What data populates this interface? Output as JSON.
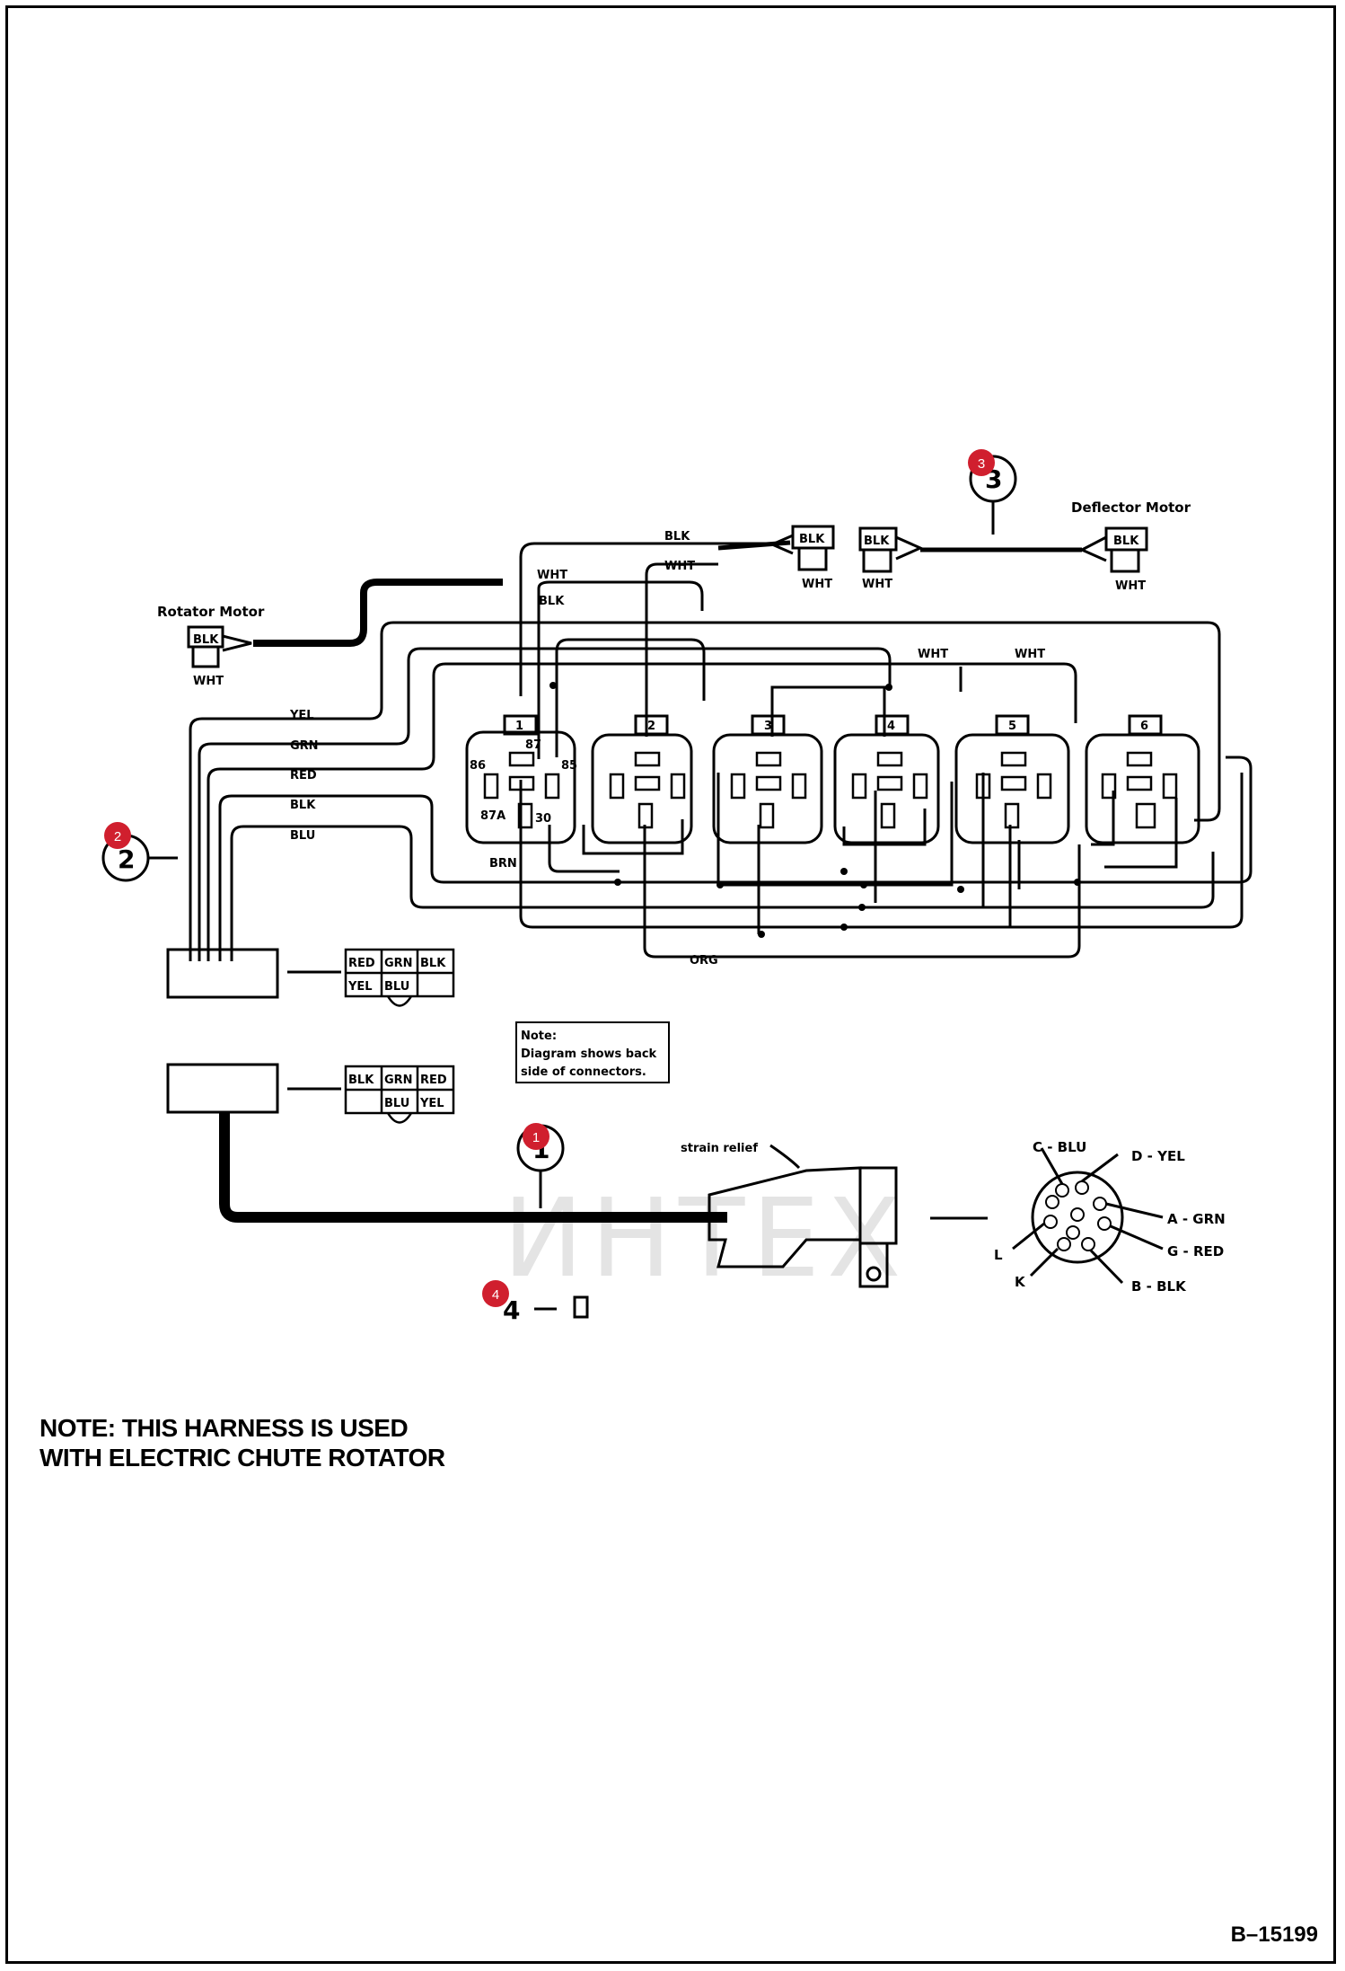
{
  "labels": {
    "rotator_motor": "Rotator Motor",
    "deflector_motor": "Deflector Motor",
    "strain_relief": "strain relief",
    "connector_note": [
      "Note:",
      "Diagram shows back",
      "side of connectors."
    ],
    "bottom_note": [
      "NOTE:  THIS HARNESS IS USED",
      "WITH ELECTRIC CHUTE ROTATOR"
    ],
    "doc_id": "B–15199",
    "watermark": "ИНТЕХ"
  },
  "wires": [
    "YEL",
    "GRN",
    "RED",
    "BLK",
    "BLU"
  ],
  "wire_tags": {
    "blk_top": "BLK",
    "wht_top": "WHT",
    "wht_mid": "WHT",
    "blk_mid": "BLK",
    "wht_r1": "WHT",
    "wht_r2": "WHT",
    "brn": "BRN",
    "org": "ORG"
  },
  "motor_connectors": {
    "rotator": {
      "top": "BLK",
      "bottom": "WHT"
    },
    "center_left": {
      "top": "BLK",
      "bottom": "WHT"
    },
    "center_right": {
      "top": "BLK",
      "bottom": "WHT"
    },
    "deflector": {
      "top": "BLK",
      "bottom": "WHT"
    }
  },
  "relays": [
    "1",
    "2",
    "3",
    "4",
    "5",
    "6"
  ],
  "relay_pins": {
    "p86": "86",
    "p87": "87",
    "p85": "85",
    "p87a": "87A",
    "p30": "30"
  },
  "plug_upper": [
    [
      "RED",
      "GRN",
      "BLK"
    ],
    [
      "YEL",
      "BLU",
      ""
    ]
  ],
  "plug_lower": [
    [
      "BLK",
      "GRN",
      "RED"
    ],
    [
      "",
      "BLU",
      "YEL"
    ]
  ],
  "round_connector_pins": [
    "C - BLU",
    "D - YEL",
    "A - GRN",
    "G - RED",
    "B - BLK",
    "K",
    "L"
  ],
  "callouts": [
    "1",
    "2",
    "3",
    "4"
  ],
  "callout_numbers": {
    "c1": "1",
    "c2": "2",
    "c3": "3",
    "c4": "4"
  }
}
